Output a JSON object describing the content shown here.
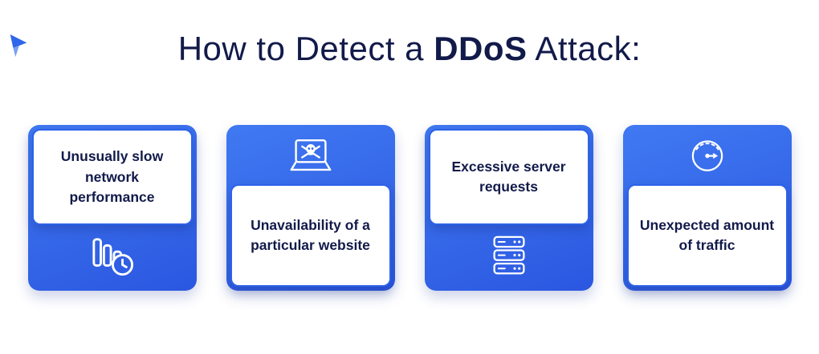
{
  "title": {
    "prefix": "How to Detect a ",
    "highlight": "DDoS",
    "suffix": " Attack:"
  },
  "cards": [
    {
      "label": "Unusually slow network performance",
      "icon": "bar-chart-clock-icon",
      "label_position": "top"
    },
    {
      "label": "Unavailability of a particular website",
      "icon": "laptop-skull-icon",
      "label_position": "bottom"
    },
    {
      "label": "Excessive server requests",
      "icon": "server-stack-icon",
      "label_position": "top"
    },
    {
      "label": "Unexpected amount of traffic",
      "icon": "speedometer-icon",
      "label_position": "bottom"
    }
  ],
  "colors": {
    "accent_blue": "#2d63e8",
    "card_gradient_start": "#4079f2",
    "card_gradient_end": "#2b57e0",
    "text_navy": "#121a4a",
    "icon_white": "#ffffff"
  }
}
